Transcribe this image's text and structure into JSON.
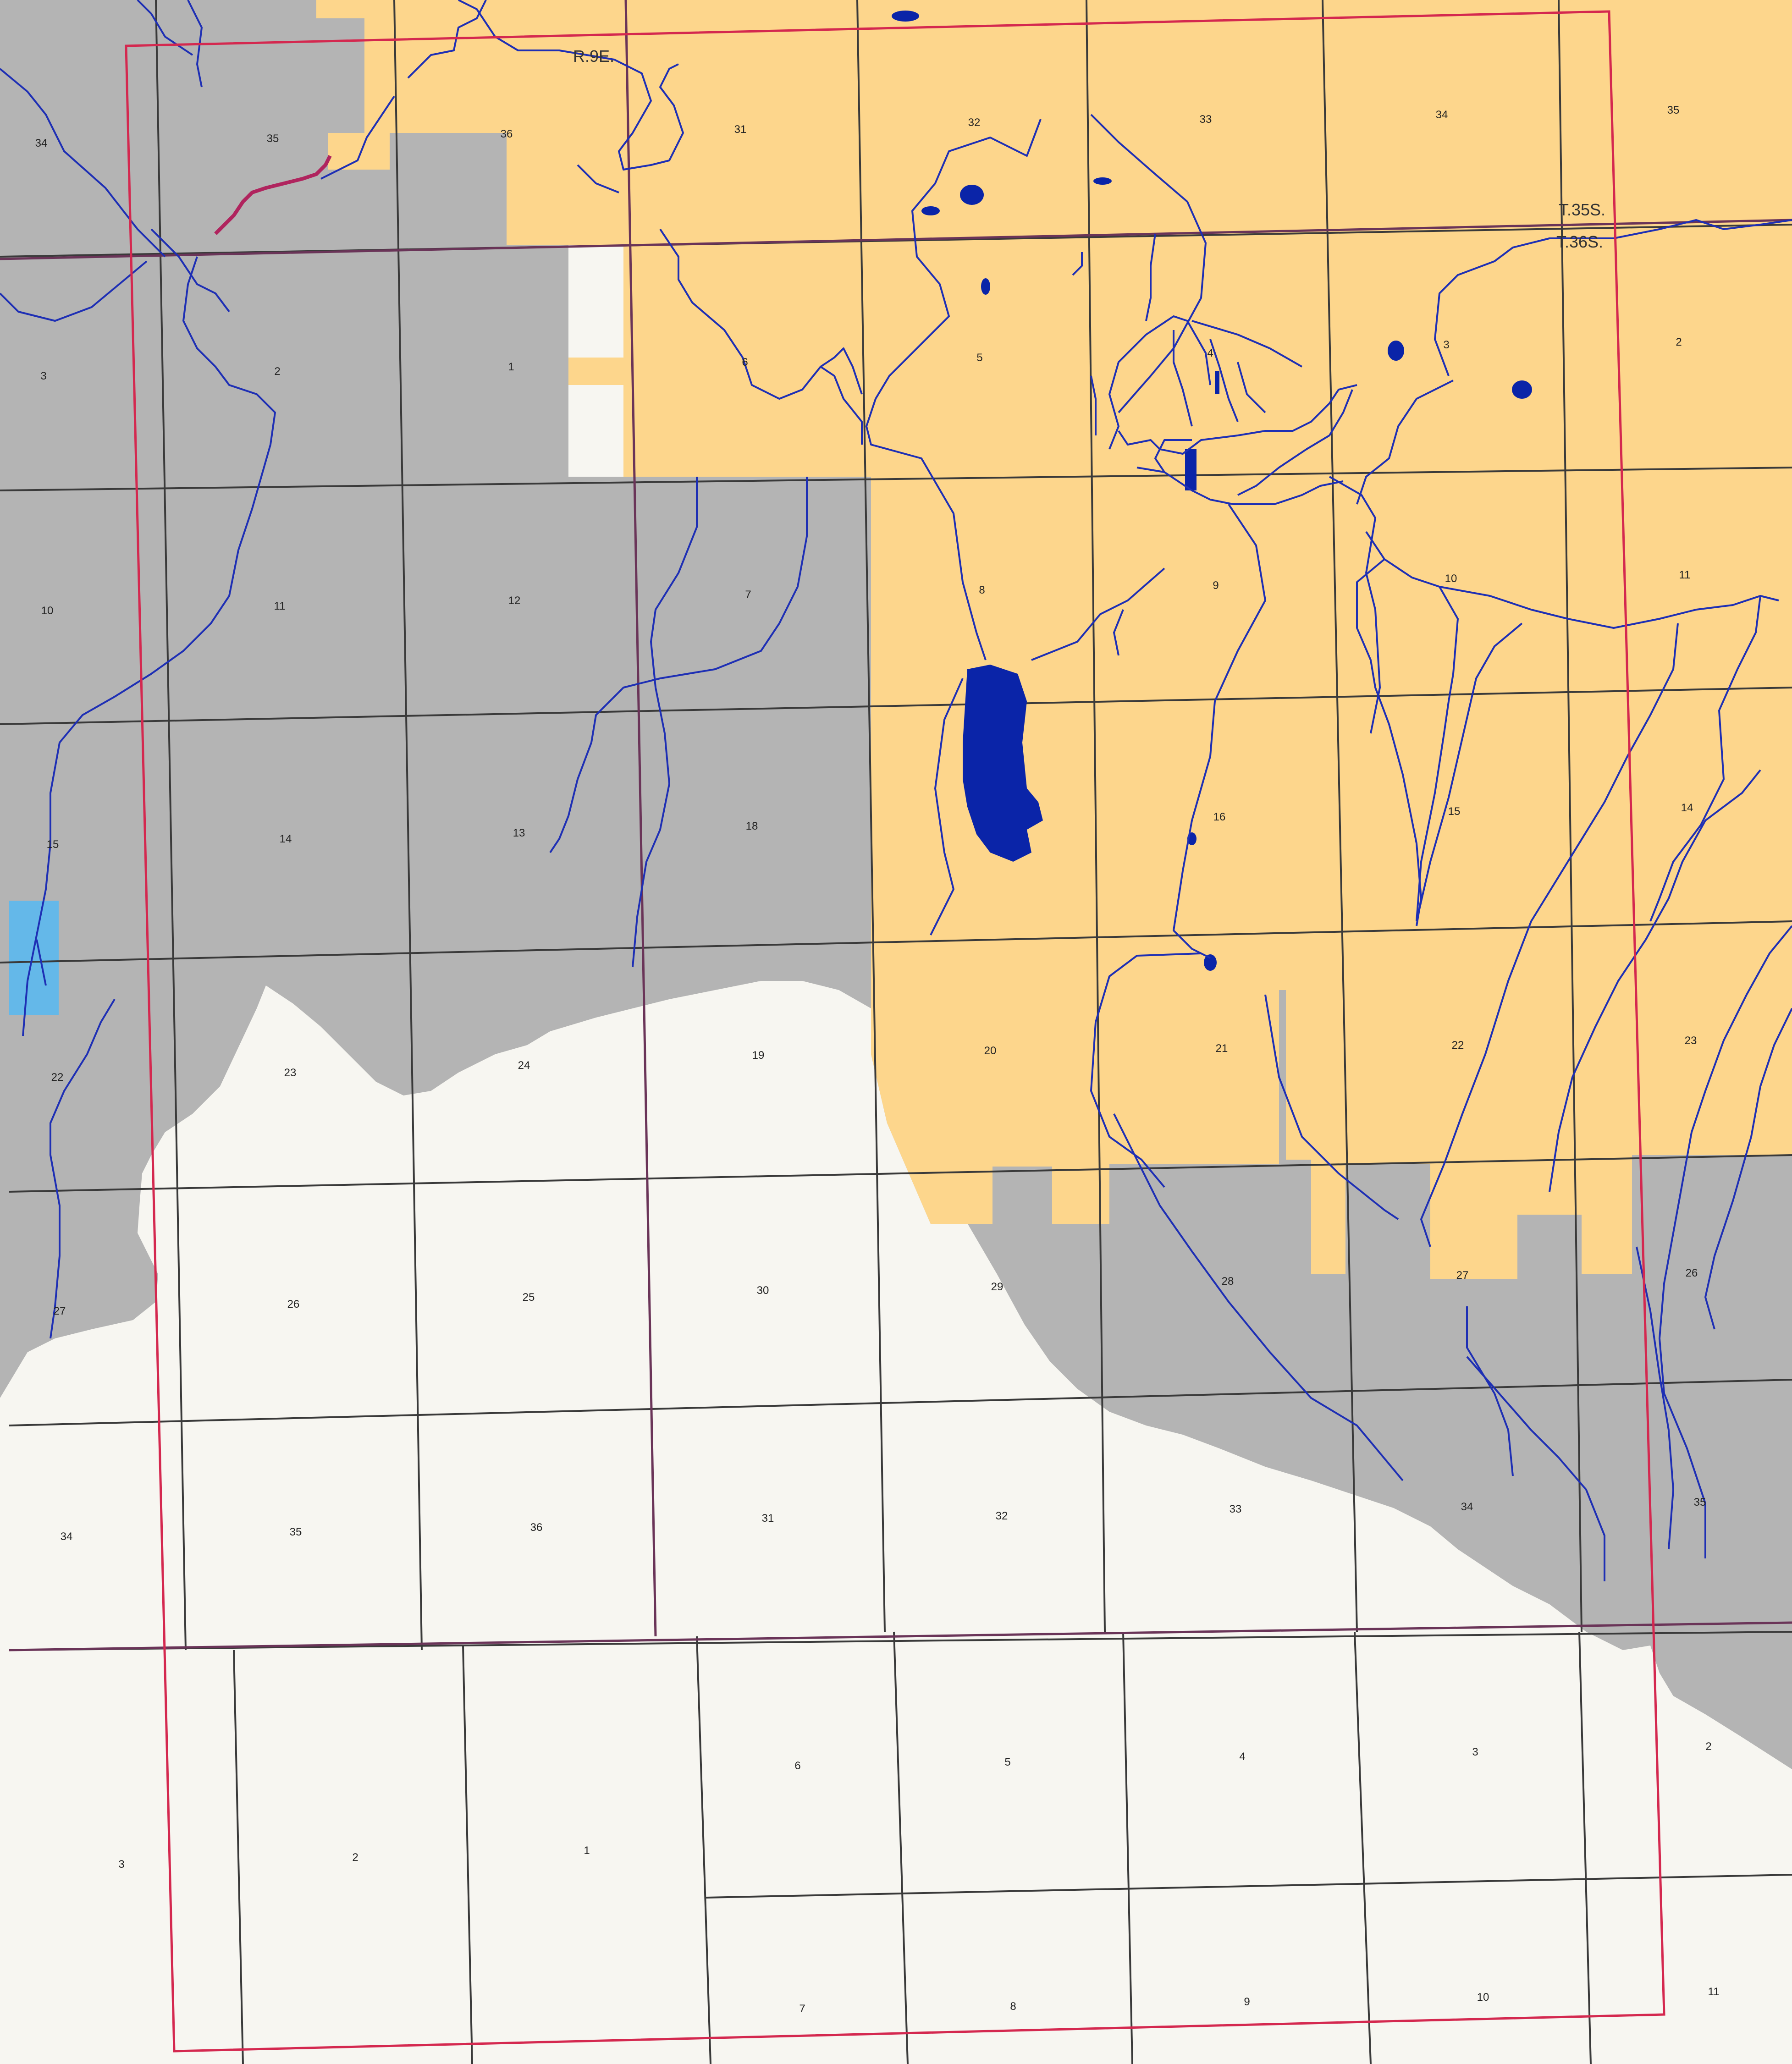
{
  "map": {
    "township_labels": {
      "range": "R.9E.",
      "north": "T.35S.",
      "south": "T.36S."
    },
    "colors": {
      "paper": "#f7f6f1",
      "gray_land": "#b4b4b4",
      "orange_land": "#fdd68c",
      "blue_parcel": "#64b8e9",
      "water": "#0a24a8",
      "stream": "#1e2fb4",
      "grid_line": "#3a3a3a",
      "township_line": "#6a3458",
      "boundary": "#d4284f",
      "highlight_stream": "#b0245e"
    },
    "sections": [
      {
        "text": "34"
      },
      {
        "text": "35"
      },
      {
        "text": "36"
      },
      {
        "text": "31"
      },
      {
        "text": "32"
      },
      {
        "text": "33"
      },
      {
        "text": "34"
      },
      {
        "text": "35"
      },
      {
        "text": "3"
      },
      {
        "text": "2"
      },
      {
        "text": "1"
      },
      {
        "text": "6"
      },
      {
        "text": "5"
      },
      {
        "text": "4"
      },
      {
        "text": "3"
      },
      {
        "text": "2"
      },
      {
        "text": "10"
      },
      {
        "text": "11"
      },
      {
        "text": "12"
      },
      {
        "text": "7"
      },
      {
        "text": "8"
      },
      {
        "text": "9"
      },
      {
        "text": "10"
      },
      {
        "text": "11"
      },
      {
        "text": "15"
      },
      {
        "text": "14"
      },
      {
        "text": "13"
      },
      {
        "text": "18"
      },
      {
        "text": "16"
      },
      {
        "text": "15"
      },
      {
        "text": "14"
      },
      {
        "text": "22"
      },
      {
        "text": "23"
      },
      {
        "text": "24"
      },
      {
        "text": "19"
      },
      {
        "text": "20"
      },
      {
        "text": "21"
      },
      {
        "text": "22"
      },
      {
        "text": "23"
      },
      {
        "text": "27"
      },
      {
        "text": "26"
      },
      {
        "text": "25"
      },
      {
        "text": "30"
      },
      {
        "text": "29"
      },
      {
        "text": "28"
      },
      {
        "text": "27"
      },
      {
        "text": "26"
      },
      {
        "text": "34"
      },
      {
        "text": "35"
      },
      {
        "text": "36"
      },
      {
        "text": "31"
      },
      {
        "text": "32"
      },
      {
        "text": "33"
      },
      {
        "text": "34"
      },
      {
        "text": "35"
      },
      {
        "text": "3"
      },
      {
        "text": "2"
      },
      {
        "text": "1"
      },
      {
        "text": "6"
      },
      {
        "text": "5"
      },
      {
        "text": "4"
      },
      {
        "text": "3"
      },
      {
        "text": "2"
      },
      {
        "text": "7"
      },
      {
        "text": "8"
      },
      {
        "text": "9"
      },
      {
        "text": "10"
      },
      {
        "text": "11"
      }
    ]
  }
}
